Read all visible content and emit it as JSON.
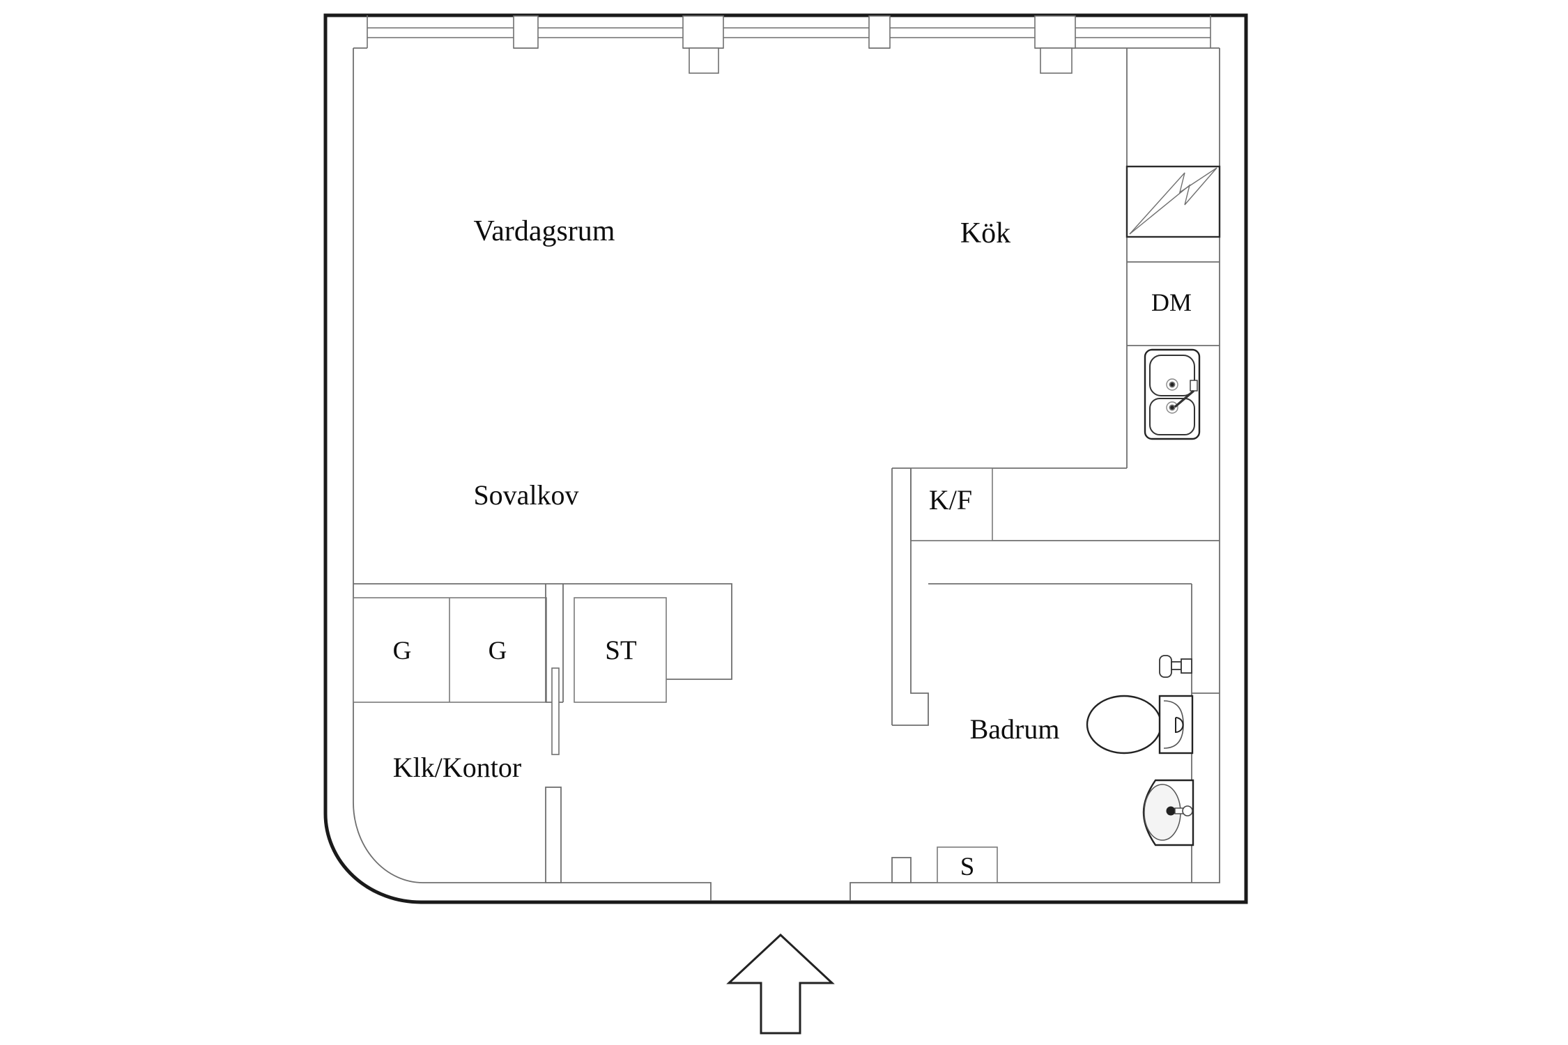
{
  "document": {
    "type": "apartment-floor-plan",
    "language": "Swedish",
    "background_color": "#ffffff"
  },
  "colors": {
    "outer_wall": "#1a1a1a",
    "inner_wall": "#6f6f6f",
    "furniture_line": "#7a7a7a",
    "fixture_line": "#222222",
    "label_text": "#0d0d0d"
  },
  "labels": {
    "vardagsrum": {
      "text": "Vardagsrum"
    },
    "kok": {
      "text": "Kök"
    },
    "sovalkov": {
      "text": "Sovalkov"
    },
    "dm": {
      "text": "DM"
    },
    "kf": {
      "text": "K/F"
    },
    "g_left": {
      "text": "G"
    },
    "g_right": {
      "text": "G"
    },
    "st": {
      "text": "ST"
    },
    "klk_kontor": {
      "text": "Klk/Kontor"
    },
    "badrum": {
      "text": "Badrum"
    },
    "s": {
      "text": "S"
    }
  },
  "icons": [
    "stove-icon",
    "kitchen-sink-icon",
    "toilet-icon",
    "bathroom-sink-icon",
    "shower-mixer-icon",
    "sliding-door-icon",
    "entrance-arrow-icon",
    "window-icon",
    "pilaster-icon"
  ]
}
